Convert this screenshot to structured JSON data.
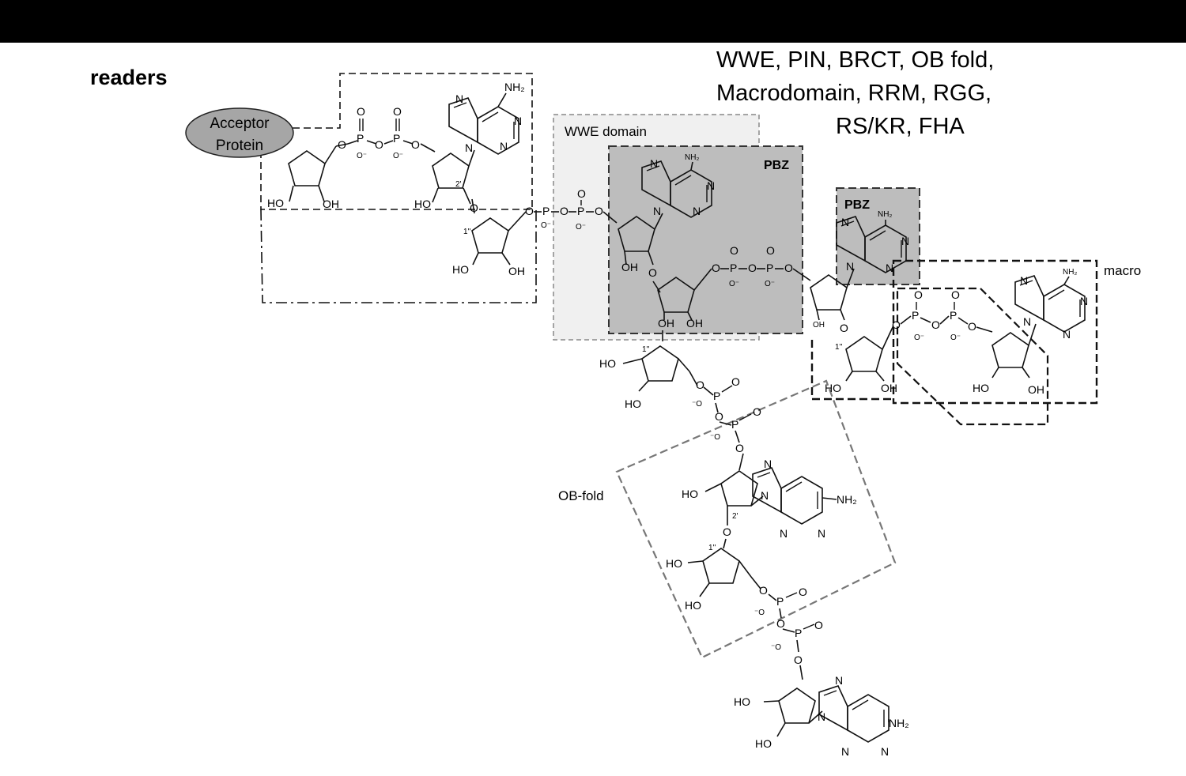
{
  "heading": "readers",
  "domains_list": {
    "line1": "WWE, PIN, BRCT, OB fold,",
    "line2": "Macrodomain, RRM, RGG,",
    "line3": "RS/KR, FHA"
  },
  "acceptor": {
    "line1": "Acceptor",
    "line2": "Protein"
  },
  "domain_labels": {
    "wwe": "WWE domain",
    "pbz1": "PBZ",
    "pbz2": "PBZ",
    "macro": "macro",
    "obfold": "OB-fold"
  },
  "atoms": {
    "nh2": "NH₂",
    "oh": "OH",
    "ho": "HO",
    "o": "O",
    "p": "P",
    "n": "N",
    "ominus": "O⁻",
    "minuso": "⁻O",
    "pos2": "2'",
    "pos1": "1''"
  }
}
